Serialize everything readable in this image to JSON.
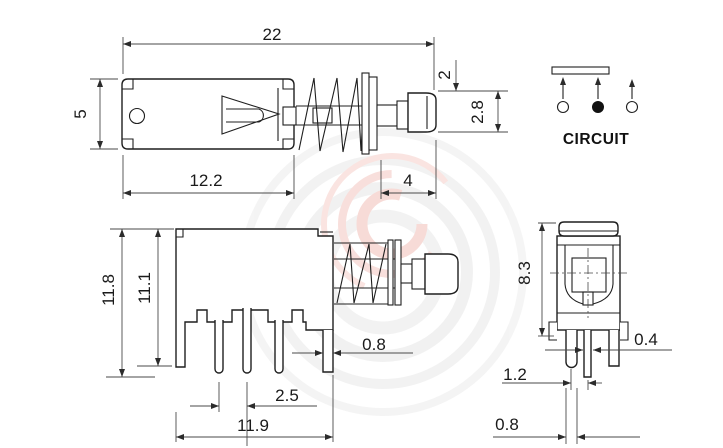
{
  "drawing": {
    "background": "#ffffff",
    "colors": {
      "outline": "#1f1f1f",
      "dimension": "#4a4a4a",
      "text": "#1a1a1a",
      "watermark_red": "#f2beb7",
      "watermark_grey": "#e8e8e8"
    },
    "side_view": {
      "total_length": "22",
      "height": "5",
      "body_length": "12.2",
      "plunger_length": "4",
      "shaft_diameter": "2",
      "cap_diameter": "2.8"
    },
    "front_view": {
      "total_height": "11.8",
      "body_height": "11.1",
      "pin_pitch": "2.5",
      "body_width": "11.9",
      "bracket_pin_width": "0.8"
    },
    "end_view": {
      "height": "8.3",
      "pin_thickness": "0.4",
      "pin_offset": "1.2",
      "leg_width": "0.8"
    },
    "circuit": {
      "label": "CIRCUIT",
      "terminals": [
        {
          "state": "open"
        },
        {
          "state": "filled"
        },
        {
          "state": "open"
        }
      ]
    }
  }
}
